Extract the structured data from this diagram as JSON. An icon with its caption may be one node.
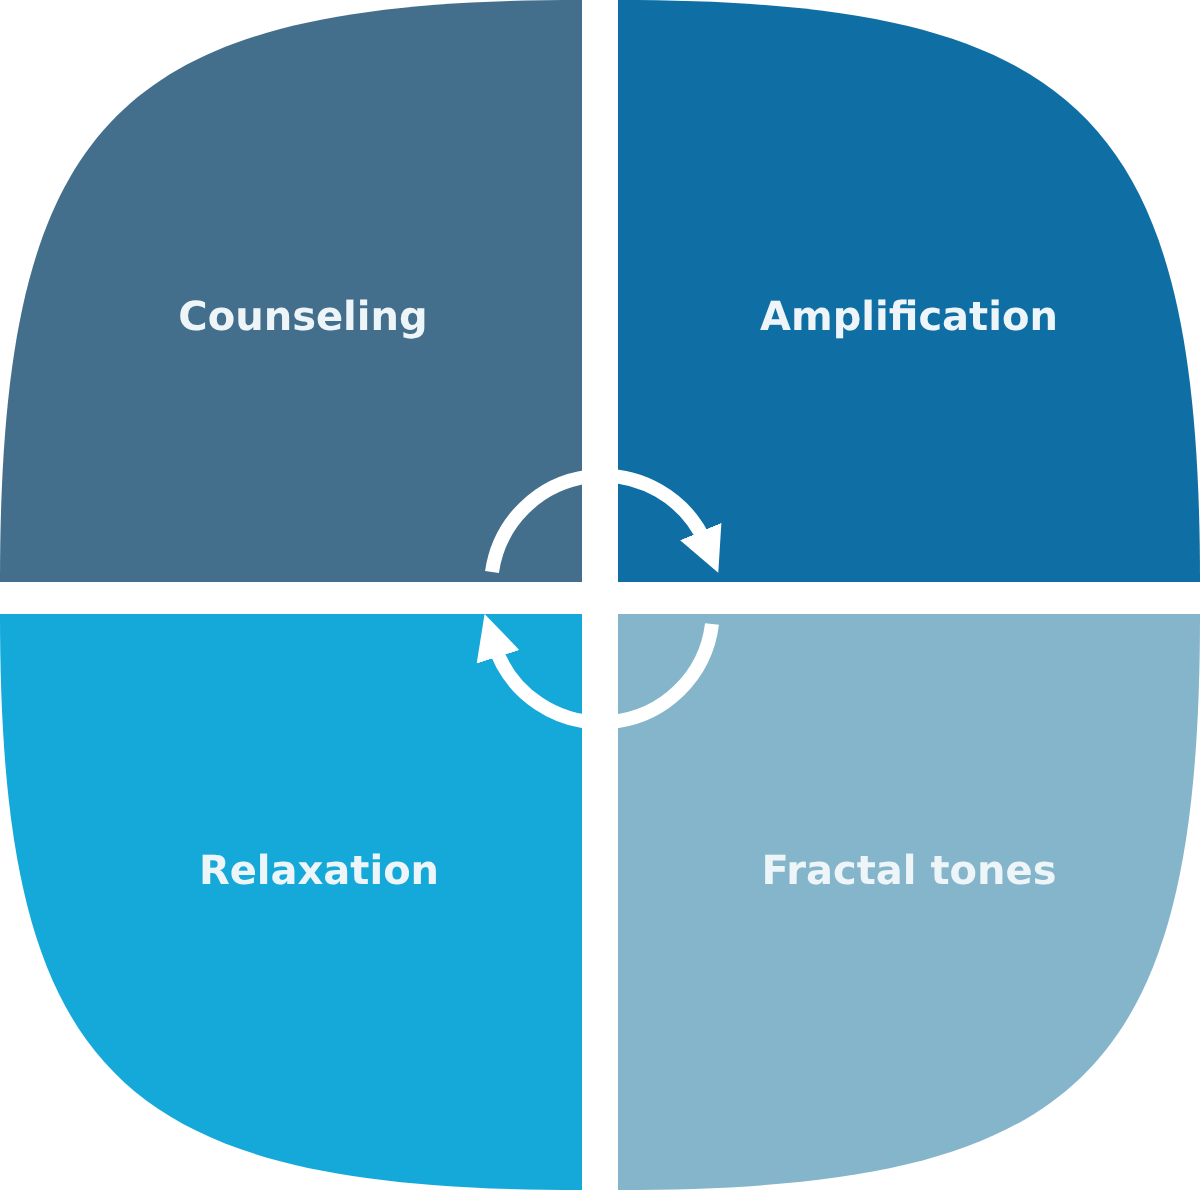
{
  "diagram": {
    "nodes": [
      {
        "text": [
          "Counseling"
        ]
      },
      {
        "text": [
          "Amplification"
        ]
      },
      {
        "text": [
          "Relaxation"
        ]
      },
      {
        "text": [
          "Fractal tones"
        ]
      }
    ],
    "edges": [
      {
        "from": 0,
        "to": 1,
        "arrow": "to"
      },
      {
        "from": 3,
        "to": 2,
        "arrow": "to"
      }
    ]
  }
}
